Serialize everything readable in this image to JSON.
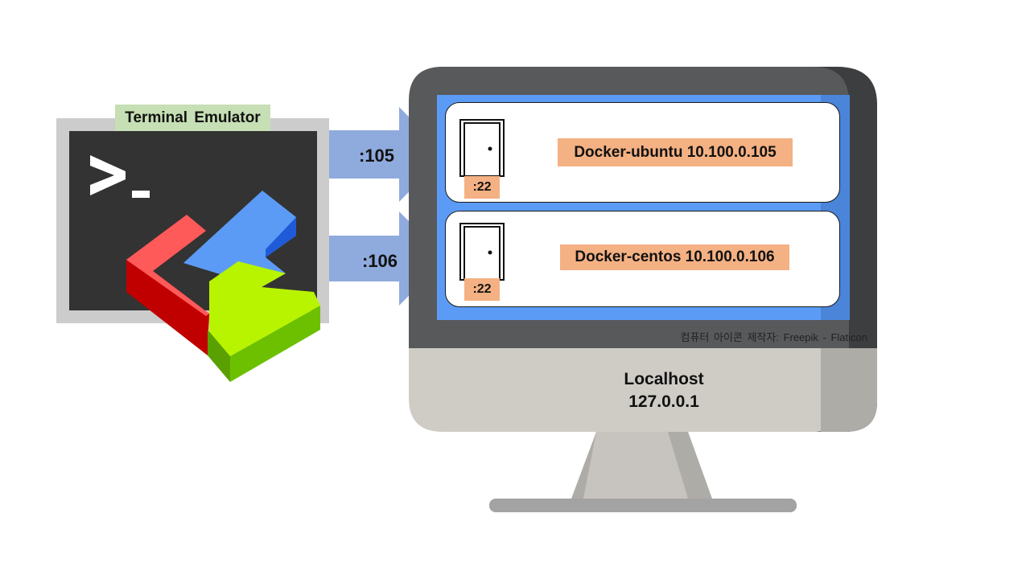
{
  "terminal": {
    "label": "Terminal Emulator",
    "prompt": ">_"
  },
  "arrows": [
    {
      "label": ":105"
    },
    {
      "label": ":106"
    }
  ],
  "containers": [
    {
      "name": "Docker-ubuntu 10.100.0.105",
      "port": ":22"
    },
    {
      "name": "Docker-centos 10.100.0.106",
      "port": ":22"
    }
  ],
  "host": {
    "name": "Localhost",
    "ip": "127.0.0.1"
  },
  "credit": "컴퓨터 아이콘 제작자: Freepik - Flaticon",
  "colors": {
    "terminal_label_bg": "#c6dfb4",
    "arrow": "#8faadc",
    "screen_blue": "#5b9bf5",
    "badge": "#f4b183",
    "monitor_dark": "#58595b",
    "monitor_chin": "#cfccc6"
  }
}
